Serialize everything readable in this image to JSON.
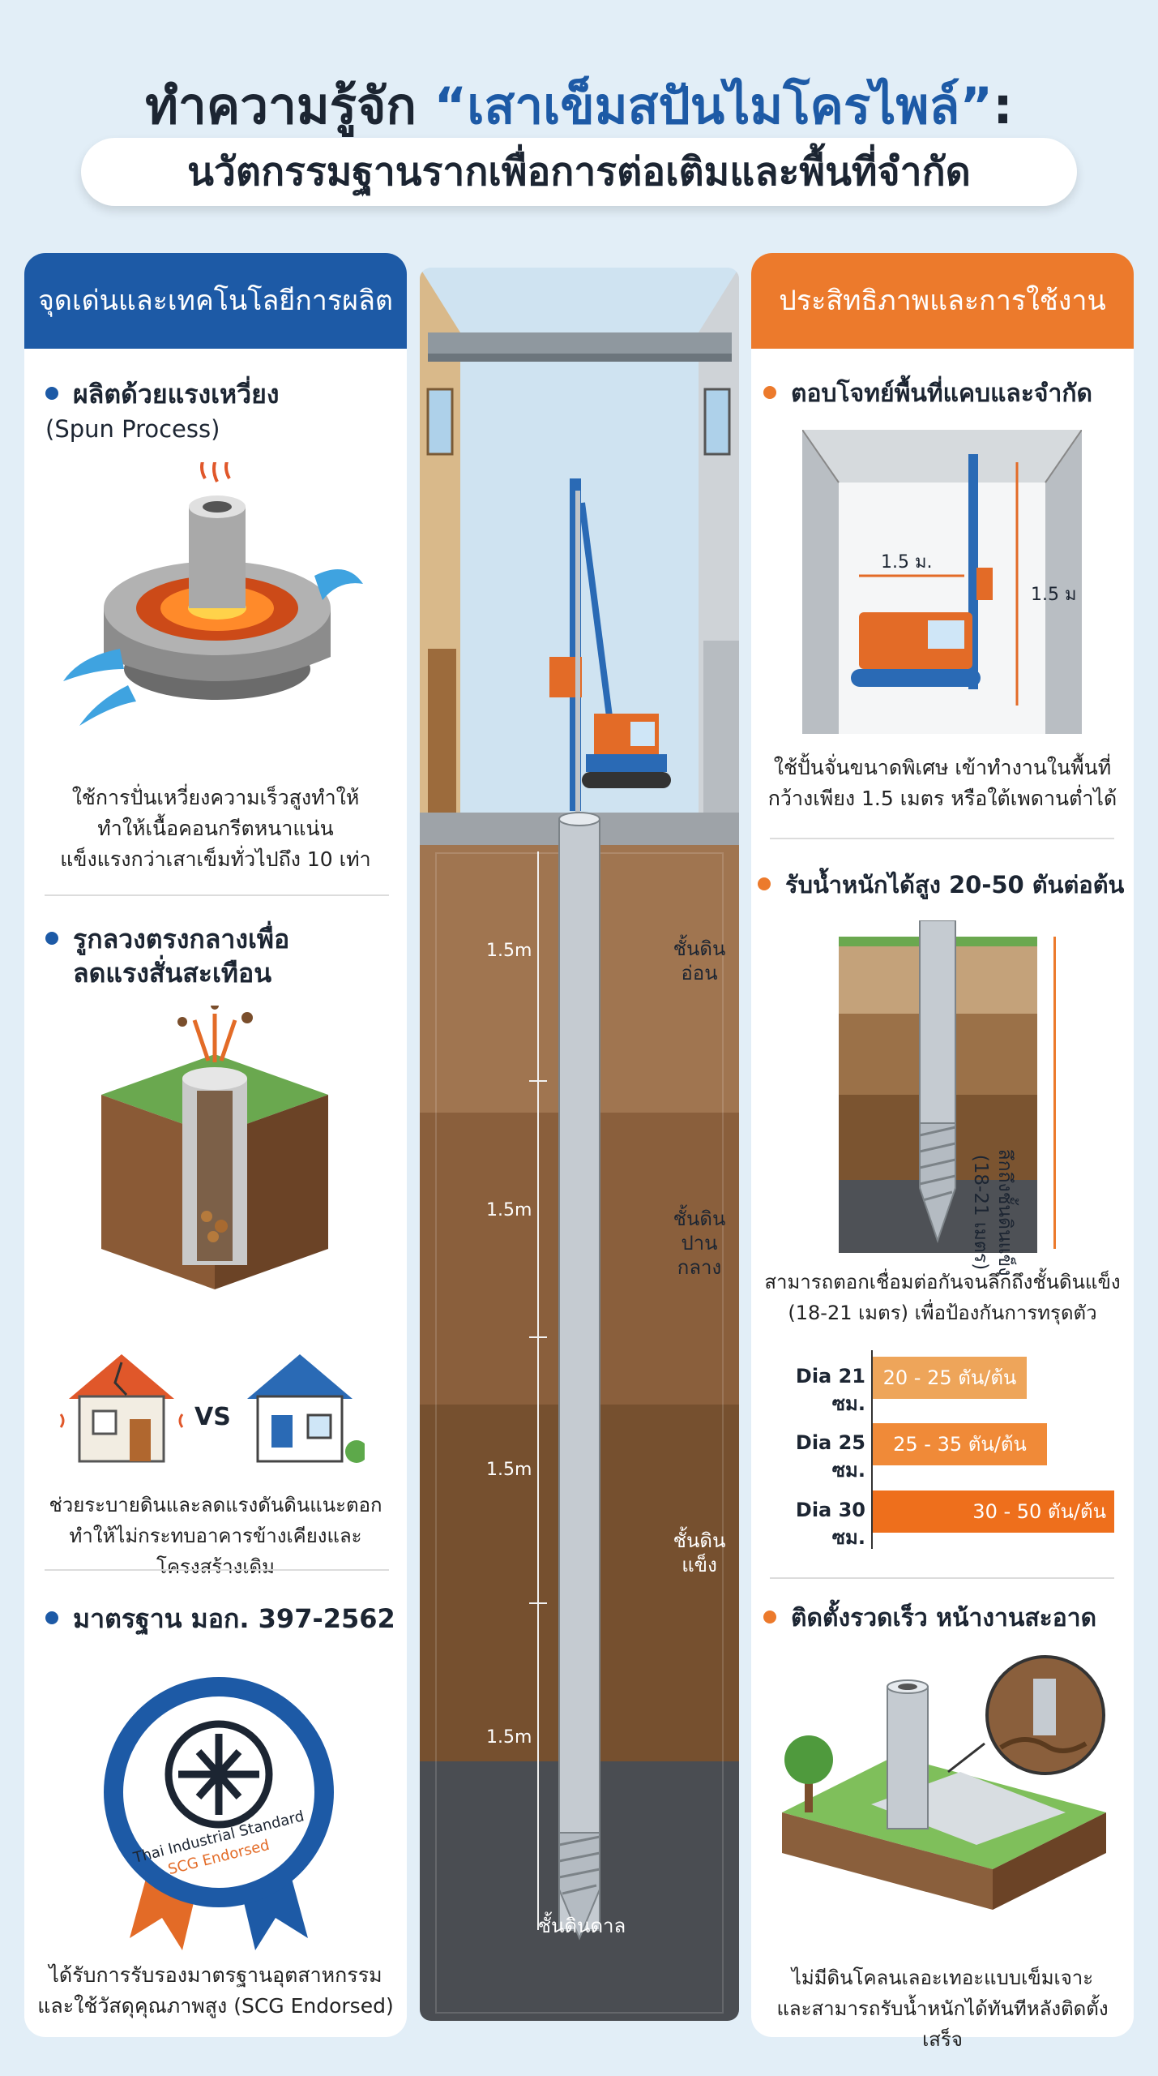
{
  "title": {
    "prefix": "ทำความรู้จัก ",
    "highlight": "“เสาเข็มสปันไมโครไพล์”",
    "suffix": ":"
  },
  "subtitle": "นวัตกรรมฐานรากเพื่อการต่อเติมและพื้นที่จำกัด",
  "colors": {
    "blue": "#1d5aa6",
    "orange": "#ec7a2c",
    "bg": "#e2eef7"
  },
  "left": {
    "header": "จุดเด่นและเทคโนโลยีการผลิต",
    "s1": {
      "title_line1": "ผลิตด้วยแรงเหวี่ยง",
      "title_line2": "(Spun Process)",
      "caption_line1": "ใช้การปั่นเหวี่ยงความเร็วสูงทำให้",
      "caption_line2": "ทำให้เนื้อคอนกรีตหนาแน่น",
      "caption_line3": "แข็งแรงกว่าเสาเข็มทั่วไปถึง 10 เท่า"
    },
    "s2": {
      "title_line1": "รูกลวงตรงกลางเพื่อ",
      "title_line2": "ลดแรงสั่นสะเทือน",
      "vs": "VS",
      "caption_line1": "ช่วยระบายดินและลดแรงดันดินแนะตอก",
      "caption_line2": "ทำให้ไม่กระทบอาคารข้างเคียงและโครงสร้างเดิม"
    },
    "s3": {
      "title": "มาตรฐาน มอก. 397-2562",
      "seal_line1": "Thai Industrial Standard",
      "seal_line2": "SCG Endorsed",
      "caption_line1": "ได้รับการรับรองมาตรฐานอุตสาหกรรม",
      "caption_line2": "และใช้วัสดุคุณภาพสูง (SCG Endorsed)"
    }
  },
  "center": {
    "segments": [
      "1.5m",
      "1.5m",
      "1.5m",
      "1.5m"
    ],
    "soil_layers": [
      {
        "line1": "ชั้นดิน",
        "line2": "อ่อน"
      },
      {
        "line1": "ชั้นดิน",
        "line2": "ปานกลาง"
      },
      {
        "line1": "ชั้นดิน",
        "line2": "แข็ง"
      }
    ],
    "bottom_label": "ชั้นดินดาล"
  },
  "right": {
    "header": "ประสิทธิภาพและการใช้งาน",
    "s1": {
      "title": "ตอบโจทย์พื้นที่แคบและจำกัด",
      "width_label": "1.5 ม.",
      "height_label": "1.5 ม",
      "caption_line1": "ใช้ปั้นจั่นขนาดพิเศษ เข้าทำงานในพื้นที่",
      "caption_line2": "กว้างเพียง 1.5 เมตร หรือใต้เพดานต่ำได้"
    },
    "s2": {
      "title": "รับน้ำหนักได้สูง 20-50 ตันต่อต้น",
      "depth_label_line1": "ลึกถึงชั้นดินแข็ง",
      "depth_label_line2": "(18-21 เมตร)",
      "caption_line1": "สามารถตอกเชื่อมต่อกันจนลึกถึงชั้นดินแข็ง",
      "caption_line2": "(18-21 เมตร) เพื่อป้องกันการทรุดตัว",
      "bars": [
        {
          "label": "Dia 21 ซม.",
          "value": "20 - 25 ตัน/ต้น",
          "max_load": 25
        },
        {
          "label": "Dia 25 ซม.",
          "value": "25 - 35 ตัน/ต้น",
          "max_load": 35
        },
        {
          "label": "Dia 30 ซม.",
          "value": "30 - 50 ตัน/ต้น",
          "max_load": 50
        }
      ]
    },
    "s3": {
      "title": "ติดตั้งรวดเร็ว หน้างานสะอาด",
      "caption_line1": "ไม่มีดินโคลนเลอะเทอะแบบเข็มเจาะ",
      "caption_line2": "และสามารถรับน้ำหนักได้ทันทีหลังติดตั้งเสร็จ"
    }
  }
}
